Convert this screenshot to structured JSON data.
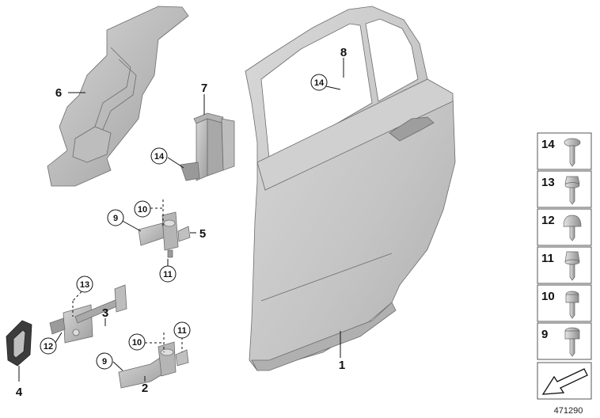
{
  "callouts": {
    "p1": "1",
    "p2": "2",
    "p3": "3",
    "p4": "4",
    "p5": "5",
    "p6": "6",
    "p7": "7",
    "p8": "8",
    "c9a": "9",
    "c9b": "9",
    "c10a": "10",
    "c10b": "10",
    "c11a": "11",
    "c11b": "11",
    "c12": "12",
    "c13": "13",
    "c14a": "14",
    "c14b": "14"
  },
  "fastener_panel": {
    "items": [
      {
        "number": "14",
        "icon": "torx-bolt-flange-icon"
      },
      {
        "number": "13",
        "icon": "hex-bolt-washer-icon"
      },
      {
        "number": "12",
        "icon": "torx-button-head-screw-icon"
      },
      {
        "number": "11",
        "icon": "hex-flange-bolt-icon"
      },
      {
        "number": "10",
        "icon": "torx-bolt-icon"
      },
      {
        "number": "9",
        "icon": "torx-bolt-collar-icon"
      }
    ],
    "direction_icon": "arrow-down-left-icon"
  },
  "reference_number": "471290",
  "colors": {
    "part_fill": "#c9c9c9",
    "part_dark": "#a6a6a6",
    "line": "#111111"
  }
}
